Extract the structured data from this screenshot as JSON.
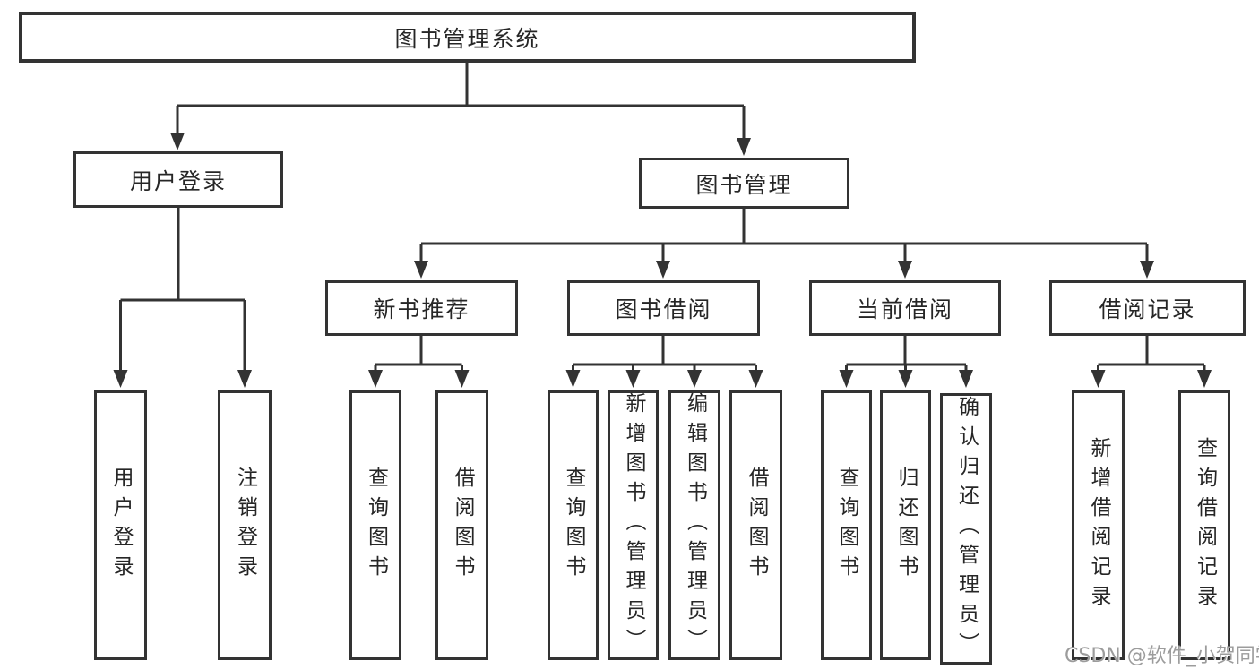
{
  "page": {
    "background": "#ffffff"
  },
  "colors": {
    "line": "#333333",
    "box_border": "#333333",
    "box_fill": "#ffffff",
    "text": "#262626",
    "watermark": "#9c9c9c"
  },
  "watermark": {
    "text": "CSDN @软件_小贺同学"
  },
  "tree": {
    "root": {
      "label": "图书管理系统"
    },
    "branches": [
      {
        "label": "用户登录",
        "children": [
          {
            "label": "用户登录"
          },
          {
            "label": "注销登录"
          }
        ]
      },
      {
        "label": "图书管理",
        "children": [
          {
            "label": "新书推荐",
            "children": [
              {
                "label": "查询图书"
              },
              {
                "label": "借阅图书"
              }
            ]
          },
          {
            "label": "图书借阅",
            "children": [
              {
                "label": "查询图书"
              },
              {
                "label": "新增图书（管理员）"
              },
              {
                "label": "编辑图书（管理员）"
              },
              {
                "label": "借阅图书"
              }
            ]
          },
          {
            "label": "当前借阅",
            "children": [
              {
                "label": "查询图书"
              },
              {
                "label": "归还图书"
              },
              {
                "label": "确认归还（管理员）"
              }
            ]
          },
          {
            "label": "借阅记录",
            "children": [
              {
                "label": "新增借阅记录"
              },
              {
                "label": "查询借阅记录"
              }
            ]
          }
        ]
      }
    ]
  }
}
